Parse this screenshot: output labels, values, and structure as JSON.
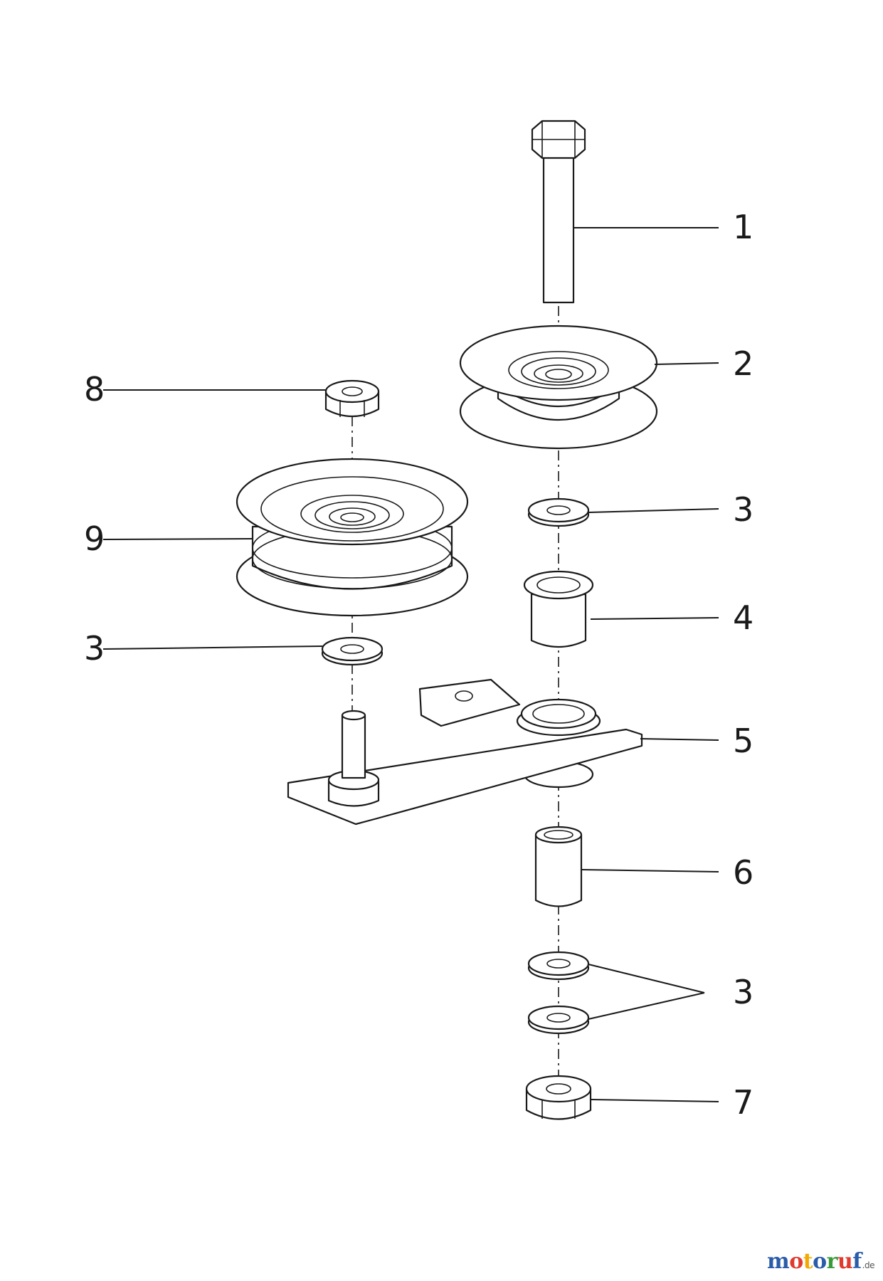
{
  "callouts": [
    {
      "id": "c1",
      "label": "1"
    },
    {
      "id": "c2",
      "label": "2"
    },
    {
      "id": "c3a",
      "label": "3"
    },
    {
      "id": "c3b",
      "label": "3"
    },
    {
      "id": "c3c",
      "label": "3"
    },
    {
      "id": "c4",
      "label": "4"
    },
    {
      "id": "c5",
      "label": "5"
    },
    {
      "id": "c6",
      "label": "6"
    },
    {
      "id": "c7",
      "label": "7"
    },
    {
      "id": "c8",
      "label": "8"
    },
    {
      "id": "c9",
      "label": "9"
    }
  ],
  "logo": {
    "text": "motoruf",
    "suffix": ".de",
    "colors": [
      "#2a5caa",
      "#e03a2f",
      "#f2a900",
      "#2a5caa",
      "#3b9b3b",
      "#e03a2f",
      "#2a5caa"
    ]
  }
}
